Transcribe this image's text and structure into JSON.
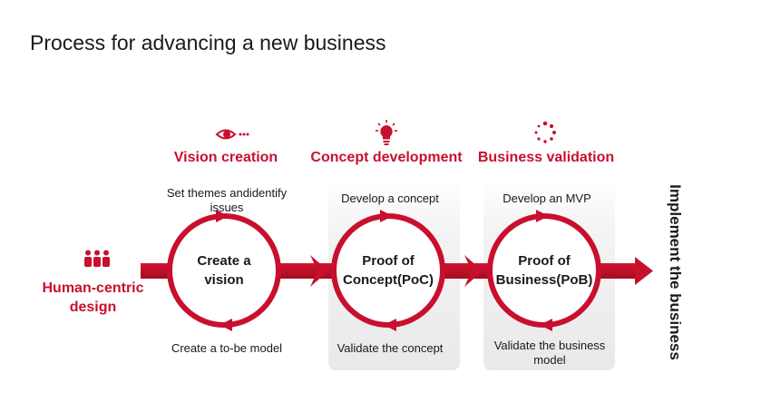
{
  "title": "Process for advancing a new business",
  "start": {
    "label_line1": "Human-centric",
    "label_line2": "design",
    "icon": "people-icon"
  },
  "phases": [
    {
      "title": "Vision creation",
      "icon": "eye-icon",
      "circle_line1": "Create a",
      "circle_line2": "vision",
      "top_step_line1": "Set themes andidentify",
      "top_step_line2": "issues",
      "bottom_step_line1": "Create a to-be model",
      "bottom_step_line2": ""
    },
    {
      "title": "Concept development",
      "icon": "lightbulb-icon",
      "circle_line1": "Proof of",
      "circle_line2": "Concept(PoC)",
      "top_step_line1": "Develop a concept",
      "top_step_line2": "",
      "bottom_step_line1": "Validate the concept",
      "bottom_step_line2": ""
    },
    {
      "title": "Business validation",
      "icon": "loading-dots-icon",
      "circle_line1": "Proof of",
      "circle_line2": "Business(PoB)",
      "top_step_line1": "Develop an MVP",
      "top_step_line2": "",
      "bottom_step_line1": "Validate the business",
      "bottom_step_line2": "model"
    }
  ],
  "end": {
    "label": "Implement the business"
  },
  "colors": {
    "accent": "#c8102e",
    "dark_accent": "#a50d22",
    "panel": "#ececec",
    "text": "#1a1a1a"
  }
}
